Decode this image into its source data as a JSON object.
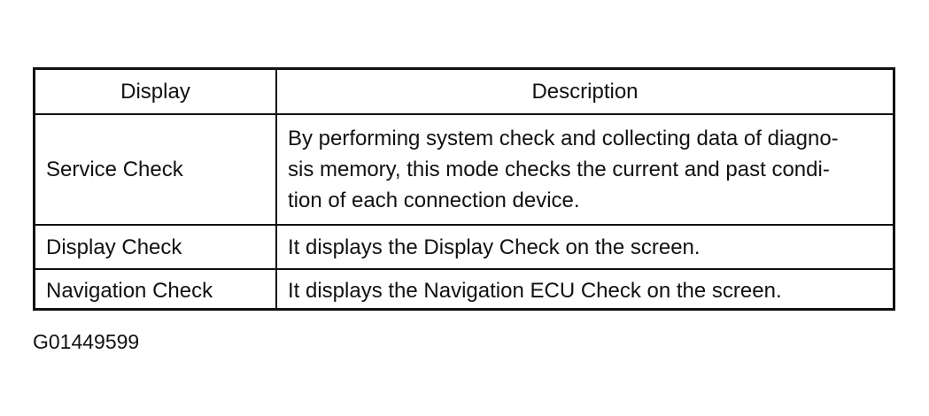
{
  "table": {
    "headers": {
      "display": "Display",
      "description": "Description"
    },
    "rows": [
      {
        "display": "Service Check",
        "description_lines": [
          "By performing system check and collecting data of diagno-",
          "sis memory, this mode checks the current and past condi-",
          "tion of each connection device."
        ]
      },
      {
        "display": "Display Check",
        "description": "It displays the Display Check on the screen."
      },
      {
        "display": "Navigation Check",
        "description": "It displays the Navigation ECU Check on the screen."
      }
    ]
  },
  "figure_id": "G01449599"
}
